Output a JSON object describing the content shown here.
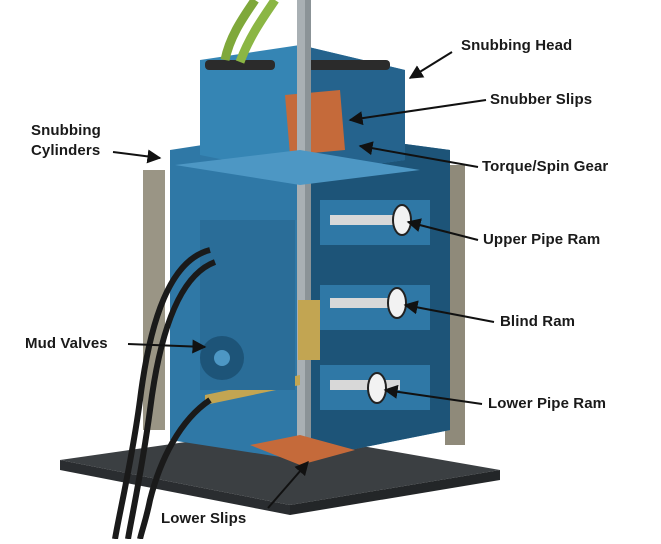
{
  "labels": {
    "snubbing_head": "Snubbing Head",
    "snubber_slips": "Snubber Slips",
    "snubbing_cylinders_line1": "Snubbing",
    "snubbing_cylinders_line2": "Cylinders",
    "torque_spin_gear": "Torque/Spin Gear",
    "upper_pipe_ram": "Upper Pipe Ram",
    "mud_valves": "Mud Valves",
    "blind_ram": "Blind Ram",
    "lower_pipe_ram": "Lower Pipe Ram",
    "lower_slips": "Lower Slips"
  },
  "colors": {
    "body_blue": "#2f78a6",
    "dark_blue": "#1d5478",
    "light_blue": "#4d97c4",
    "grey_metal": "#a9b0b4",
    "slip_copper": "#c56a3a",
    "base_plate": "#3b3f42",
    "hose_black": "#1a1a1a",
    "hose_green": "#7fa83a",
    "brass_plate": "#c2a552",
    "ram_white": "#f2f2f2"
  }
}
